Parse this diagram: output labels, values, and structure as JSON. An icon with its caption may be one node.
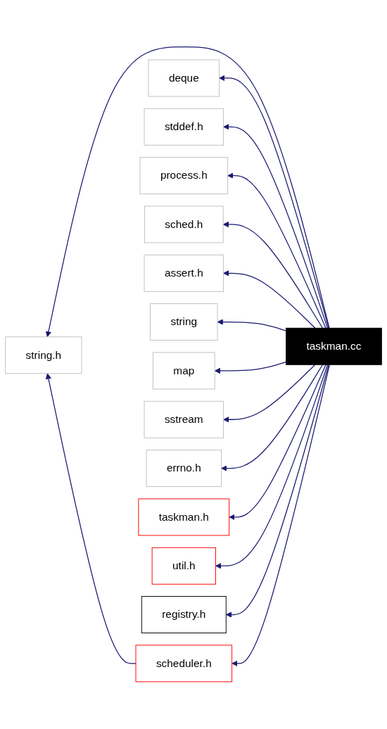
{
  "diagram": {
    "nodes": [
      {
        "text": [
          "string.h"
        ]
      },
      {
        "text": [
          "scheduler.h"
        ]
      },
      {
        "text": [
          "deque"
        ]
      },
      {
        "text": [
          "stddef.h"
        ]
      },
      {
        "text": [
          "process.h"
        ]
      },
      {
        "text": [
          "sched.h"
        ]
      },
      {
        "text": [
          "assert.h"
        ]
      },
      {
        "text": [
          "taskman.cc"
        ]
      },
      {
        "text": [
          "string"
        ]
      },
      {
        "text": [
          "map"
        ]
      },
      {
        "text": [
          "sstream"
        ]
      },
      {
        "text": [
          "errno.h"
        ]
      },
      {
        "text": [
          "taskman.h"
        ]
      },
      {
        "text": [
          "util.h"
        ]
      },
      {
        "text": [
          "registry.h"
        ]
      }
    ],
    "edges": [
      {
        "from": 7,
        "to": 0,
        "arrow": "to"
      },
      {
        "from": 7,
        "to": 1,
        "arrow": "to"
      },
      {
        "from": 1,
        "to": 0,
        "arrow": "to"
      },
      {
        "from": 7,
        "to": 2,
        "arrow": "to"
      },
      {
        "from": 7,
        "to": 3,
        "arrow": "to"
      },
      {
        "from": 7,
        "to": 4,
        "arrow": "to"
      },
      {
        "from": 7,
        "to": 5,
        "arrow": "to"
      },
      {
        "from": 7,
        "to": 6,
        "arrow": "to"
      },
      {
        "from": 7,
        "to": 8,
        "arrow": "to"
      },
      {
        "from": 7,
        "to": 9,
        "arrow": "to"
      },
      {
        "from": 7,
        "to": 10,
        "arrow": "to"
      },
      {
        "from": 7,
        "to": 11,
        "arrow": "to"
      },
      {
        "from": 7,
        "to": 12,
        "arrow": "to"
      },
      {
        "from": 7,
        "to": 13,
        "arrow": "to"
      },
      {
        "from": 7,
        "to": 14,
        "arrow": "to"
      }
    ]
  }
}
